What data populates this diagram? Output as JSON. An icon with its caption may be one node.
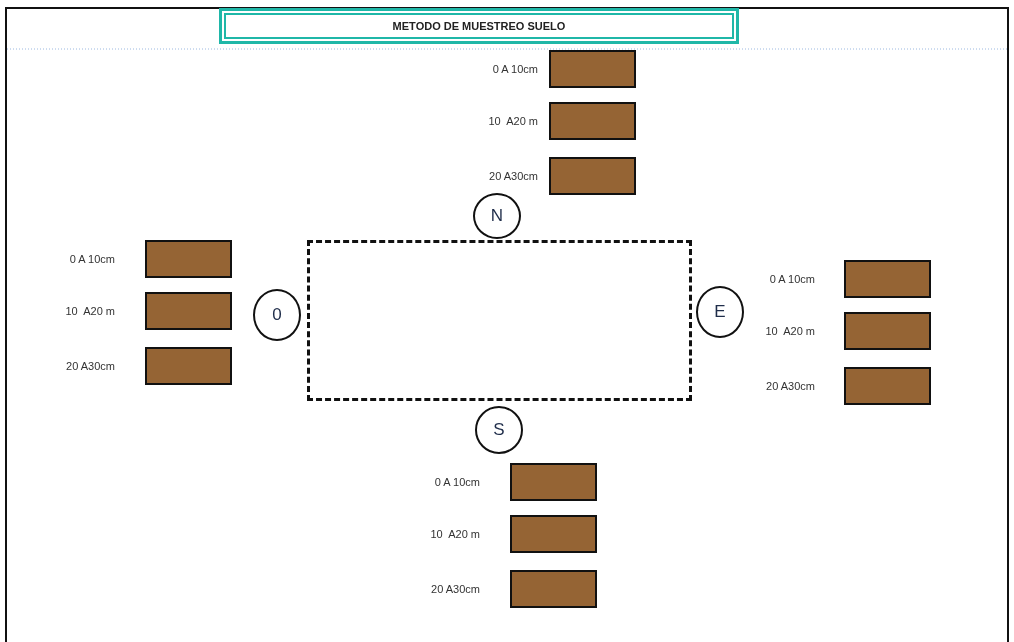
{
  "diagram": {
    "title": "METODO DE MUESTREO SUELO",
    "nodes": [
      {
        "text": [],
        "shape": "box",
        "beside": [
          "0 A 10cm"
        ]
      },
      {
        "text": [],
        "shape": "box",
        "beside": [
          "10  A20 m"
        ]
      },
      {
        "text": [],
        "shape": "box",
        "beside": [
          "20 A30cm"
        ]
      },
      {
        "text": [
          "N"
        ]
      },
      {
        "text": [],
        "shape": "box",
        "beside": [
          "0 A 10cm"
        ]
      },
      {
        "text": [],
        "shape": "box",
        "beside": [
          "10  A20 m"
        ]
      },
      {
        "text": [],
        "shape": "box",
        "beside": [
          "20 A30cm"
        ]
      },
      {
        "text": [
          "0"
        ]
      },
      {
        "text": [],
        "shape": "rect"
      },
      {
        "text": [
          "E"
        ]
      },
      {
        "text": [],
        "shape": "box",
        "beside": [
          "0 A 10cm"
        ]
      },
      {
        "text": [],
        "shape": "box",
        "beside": [
          "10  A20 m"
        ]
      },
      {
        "text": [],
        "shape": "box",
        "beside": [
          "20 A30cm"
        ]
      },
      {
        "text": [
          "S"
        ]
      },
      {
        "text": [],
        "shape": "box",
        "beside": [
          "0 A 10cm"
        ]
      },
      {
        "text": [],
        "shape": "box",
        "beside": [
          "10  A20 m"
        ]
      },
      {
        "text": [],
        "shape": "box",
        "beside": [
          "20 A30cm"
        ]
      }
    ]
  }
}
